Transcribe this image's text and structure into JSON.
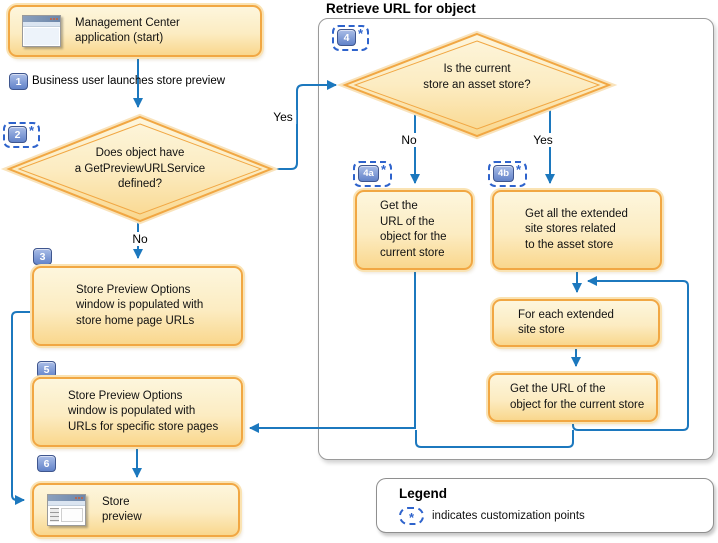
{
  "colors": {
    "connector_blue": "#1c78be",
    "box_border_orange": "#f1a743",
    "customization_blue": "#2e63cc"
  },
  "flow": {
    "start": {
      "icon": "app-window-icon",
      "label": "Management Center\napplication (start)"
    },
    "step1": {
      "num": "1",
      "label": "Business user launches store preview"
    },
    "decision2": {
      "num": "2",
      "star": "*",
      "label": "Does object have\na GetPreviewURLService\ndefined?",
      "yes_label": "Yes",
      "no_label": "No"
    },
    "step3": {
      "num": "3",
      "label": "Store Preview Options\nwindow is populated with\nstore home page URLs"
    },
    "step5": {
      "num": "5",
      "label": "Store Preview Options\nwindow is populated with\nURLs for specific store pages"
    },
    "step6": {
      "num": "6",
      "icon": "store-preview-window-icon",
      "label": "Store\npreview"
    }
  },
  "panel": {
    "title": "Retrieve URL for object",
    "decision4": {
      "num": "4",
      "star": "*",
      "label": "Is the current\nstore an asset store?",
      "yes_label": "Yes",
      "no_label": "No"
    },
    "step4a": {
      "num": "4a",
      "star": "*",
      "label": "Get the\nURL of the\nobject for the\ncurrent store"
    },
    "step4b": {
      "num": "4b",
      "star": "*",
      "label": "Get all the extended\nsite stores related\nto the asset store"
    },
    "foreach": {
      "label": "For each extended\nsite store"
    },
    "get_url": {
      "label": "Get the URL of the\nobject for the current store"
    }
  },
  "legend": {
    "title": "Legend",
    "star": "*",
    "text": "indicates customization points"
  }
}
